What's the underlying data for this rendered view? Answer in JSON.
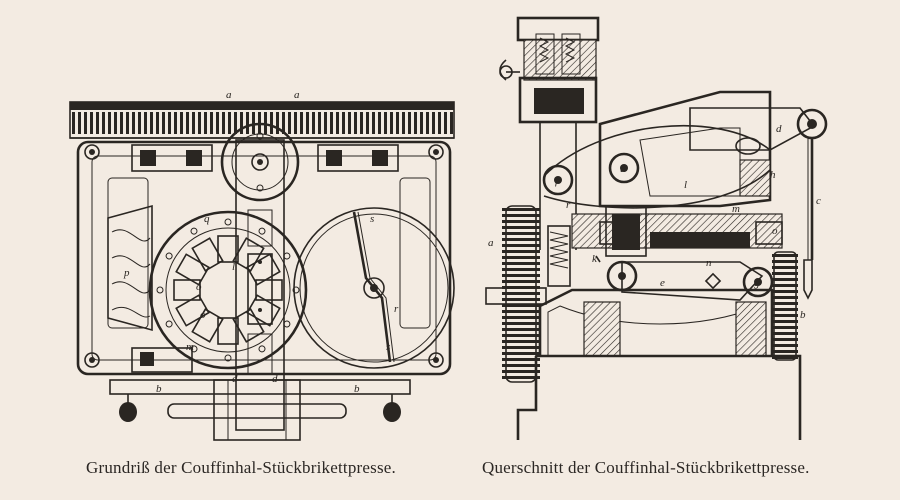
{
  "captions": {
    "left": "Grundriß der Couffinhal-Stückbrikettpresse.",
    "right": "Querschnitt der Couffinhal-Stückbrikettpresse."
  },
  "labels": {
    "plan": {
      "a1": "a",
      "a2": "a",
      "p": "p",
      "q": "q",
      "o1": "o",
      "o2": "o",
      "l": "l",
      "m": "m",
      "d1": "d",
      "d2": "d",
      "b1": "b",
      "b2": "b",
      "s1": "s",
      "s2": "s",
      "r": "r"
    },
    "section": {
      "a": "a",
      "f": "f",
      "u": "u",
      "l": "l",
      "d": "d",
      "h": "h",
      "c": "c",
      "m": "m",
      "o": "o",
      "k": "k",
      "n": "n",
      "e": "e",
      "g": "g",
      "b": "b",
      "r": "r"
    }
  }
}
